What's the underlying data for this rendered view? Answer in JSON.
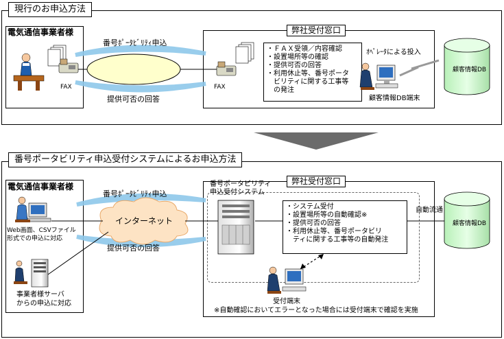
{
  "top": {
    "title": "現行のお申込方法",
    "carrier_label": "電気通信事業者様",
    "fax_left": "FAX",
    "fax_right": "FAX",
    "request_label": "番号ﾎﾟｰﾀﾋﾞﾘﾃｨ申込",
    "reply_label": "提供可否の回答",
    "window_label": "弊社受付窓口",
    "tasks": [
      "・ＦＡＸ受領／内容確認",
      "・設置場所等の確認",
      "・提供可否の回答",
      "・利用休止等、番号ポータ",
      "　ビリティに関する工事等",
      "　の発注"
    ],
    "operator_label": "ｵﾍﾟﾚｰﾀによる投入",
    "terminal_label": "顧客情報DB端末",
    "db_label": "顧客情報DB"
  },
  "bottom": {
    "title": "番号ポータビリティ申込受付システムによるお申込方法",
    "carrier_label": "電気通信事業者様",
    "request_label": "番号ﾎﾟｰﾀﾋﾞﾘﾃｨ申込",
    "reply_label": "提供可否の回答",
    "internet_label": "インターネット",
    "web_note": [
      "Web画面、CSVファイル",
      "形式での申込に対応"
    ],
    "server_note": [
      "事業者様サーバ",
      "からの申込に対応"
    ],
    "system_label": [
      "番号ポータビリティ",
      "申込受付システム"
    ],
    "window_label": "弊社受付窓口",
    "tasks": [
      "・システム受付",
      "・設置場所等の自動確認※",
      "・提供可否の回答",
      "・利用休止等、番号ポータビリ",
      "　ティに関する工事等の自動発注"
    ],
    "auto_flow": "自動流通",
    "terminal_label": "受付端末",
    "db_label": "顧客情報DB",
    "footnote": "※自動確認においてエラーとなった場合には受付端末で確認を実施"
  },
  "colors": {
    "cloud_blue": "#8ec8ea",
    "db_green": "#ccffcc",
    "arrow_gray": "#6b6b6b",
    "internet_cloud": "#fde3c4"
  }
}
